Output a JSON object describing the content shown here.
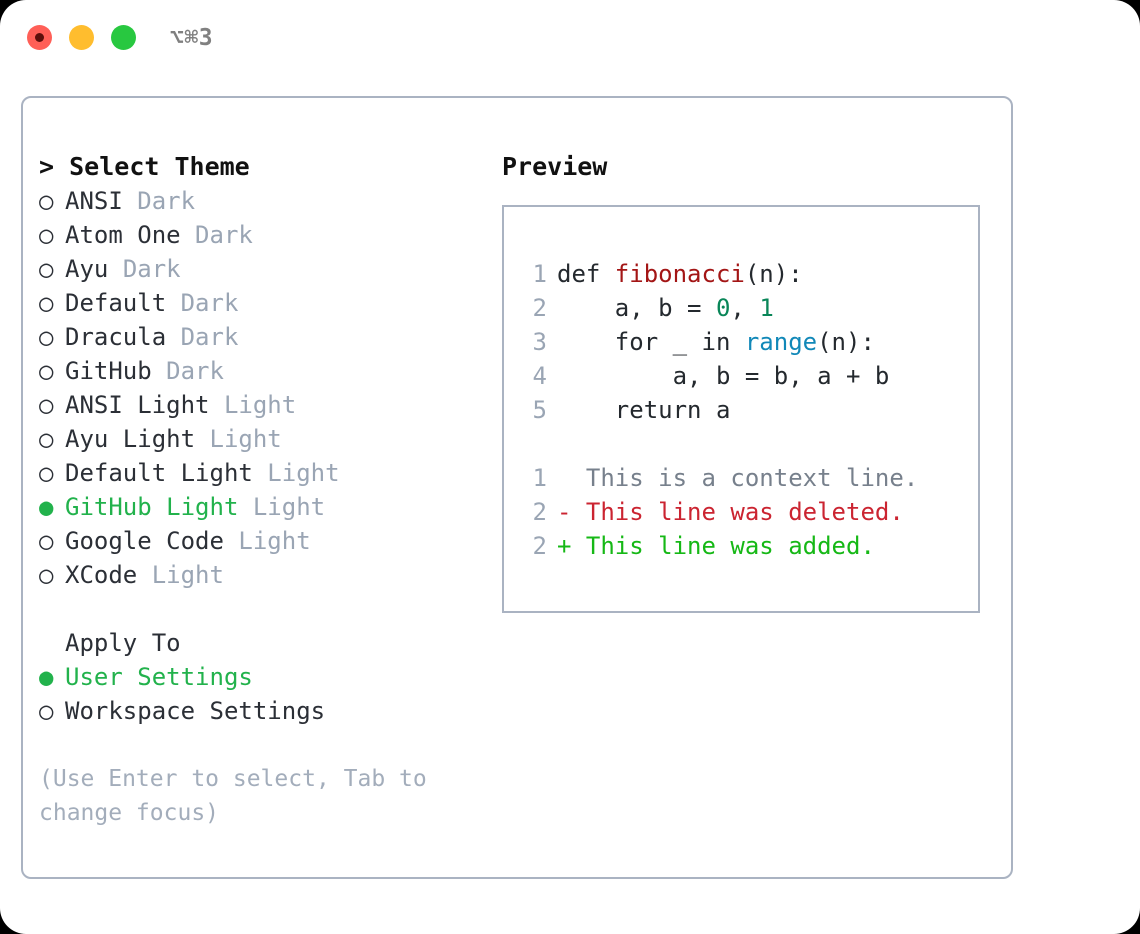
{
  "titlebar": {
    "shortcut": "⌥⌘3",
    "buttons": [
      {
        "name": "close",
        "color": "#ff5f57"
      },
      {
        "name": "minimize",
        "color": "#ffbd2e"
      },
      {
        "name": "zoom",
        "color": "#28c840"
      }
    ]
  },
  "left": {
    "prompt": "> ",
    "heading": "Select Theme",
    "markers": {
      "selected": "●",
      "unselected": "○"
    },
    "themes": [
      {
        "marker": "○",
        "name": "ANSI",
        "variant": "Dark",
        "selected": false
      },
      {
        "marker": "○",
        "name": "Atom One",
        "variant": "Dark",
        "selected": false
      },
      {
        "marker": "○",
        "name": "Ayu",
        "variant": "Dark",
        "selected": false
      },
      {
        "marker": "○",
        "name": "Default",
        "variant": "Dark",
        "selected": false
      },
      {
        "marker": "○",
        "name": "Dracula",
        "variant": "Dark",
        "selected": false
      },
      {
        "marker": "○",
        "name": "GitHub",
        "variant": "Dark",
        "selected": false
      },
      {
        "marker": "○",
        "name": "ANSI Light",
        "variant": "Light",
        "selected": false
      },
      {
        "marker": "○",
        "name": "Ayu Light",
        "variant": "Light",
        "selected": false
      },
      {
        "marker": "○",
        "name": "Default Light",
        "variant": "Light",
        "selected": false
      },
      {
        "marker": "●",
        "name": "GitHub Light",
        "variant": "Light",
        "selected": true
      },
      {
        "marker": "○",
        "name": "Google Code",
        "variant": "Light",
        "selected": false
      },
      {
        "marker": "○",
        "name": "XCode",
        "variant": "Light",
        "selected": false
      }
    ],
    "apply_to": {
      "title": "Apply To",
      "options": [
        {
          "marker": "●",
          "label": "User Settings",
          "selected": true
        },
        {
          "marker": "○",
          "label": "Workspace Settings",
          "selected": false
        }
      ]
    },
    "hint": "(Use Enter to select, Tab to change focus)"
  },
  "right": {
    "title": "Preview",
    "code": [
      {
        "lineno": "1",
        "tokens": [
          {
            "t": "def ",
            "c": "kw"
          },
          {
            "t": "fibonacci",
            "c": "fn"
          },
          {
            "t": "(n):",
            "c": "kw"
          }
        ]
      },
      {
        "lineno": "2",
        "tokens": [
          {
            "t": "    a, b = ",
            "c": "kw"
          },
          {
            "t": "0",
            "c": "num"
          },
          {
            "t": ", ",
            "c": "kw"
          },
          {
            "t": "1",
            "c": "num"
          }
        ]
      },
      {
        "lineno": "3",
        "tokens": [
          {
            "t": "    for _ in ",
            "c": "kw"
          },
          {
            "t": "range",
            "c": "call"
          },
          {
            "t": "(n):",
            "c": "kw"
          }
        ]
      },
      {
        "lineno": "4",
        "tokens": [
          {
            "t": "        a, b = b, a + b",
            "c": "kw"
          }
        ]
      },
      {
        "lineno": "5",
        "tokens": [
          {
            "t": "    return a",
            "c": "kw"
          }
        ]
      }
    ],
    "diff": [
      {
        "lineno": "1",
        "sign": "  ",
        "text": "This is a context line.",
        "kind": "context"
      },
      {
        "lineno": "2",
        "sign": "- ",
        "text": "This line was deleted.",
        "kind": "del"
      },
      {
        "lineno": "2",
        "sign": "+ ",
        "text": "This line was added.",
        "kind": "add"
      }
    ]
  },
  "colors": {
    "accent_green": "#22b24c",
    "muted": "#9aa5b4",
    "border": "#aab3c2",
    "code_fn": "#a31515",
    "code_num": "#098658",
    "code_call": "#1188b8",
    "diff_del": "#cb2431",
    "diff_add": "#16b816"
  }
}
